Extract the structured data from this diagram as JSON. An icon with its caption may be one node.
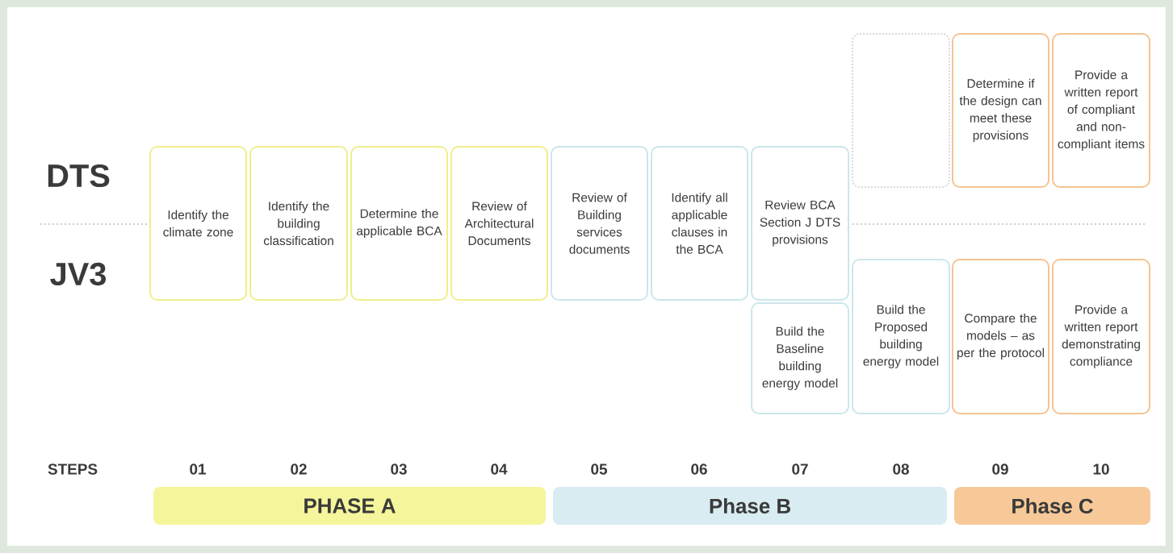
{
  "diagram": {
    "nodes": [
      {
        "text": [
          "Identify the climate zone"
        ]
      },
      {
        "text": [
          "Identify the building classification"
        ]
      },
      {
        "text": [
          "Determine the applicable BCA"
        ]
      },
      {
        "text": [
          "Review of Architectural Documents"
        ]
      },
      {
        "text": [
          "Review of Building services documents"
        ]
      },
      {
        "text": [
          "Identify all applicable clauses in the BCA"
        ]
      },
      {
        "text": [
          "Review BCA Section J DTS provisions"
        ]
      },
      {
        "text": [
          "Build the Baseline building energy model"
        ]
      },
      {
        "text": [],
        "shape": "box"
      },
      {
        "text": [
          "Build the Proposed building energy model"
        ]
      },
      {
        "text": [
          "Determine if the design can meet these provisions"
        ]
      },
      {
        "text": [
          "Compare the models – as per the protocol"
        ]
      },
      {
        "text": [
          "Provide a written report of compliant and non-compliant items"
        ]
      },
      {
        "text": [
          "Provide a written report demonstrating compliance"
        ]
      },
      {
        "text": [
          "PHASE A"
        ]
      },
      {
        "text": [
          "Phase B"
        ]
      },
      {
        "text": [
          "Phase C"
        ]
      }
    ],
    "edges": [],
    "labels": [
      "DTS",
      "JV3",
      "STEPS",
      "01",
      "02",
      "03",
      "04",
      "05",
      "06",
      "07",
      "08",
      "09",
      "10"
    ]
  }
}
